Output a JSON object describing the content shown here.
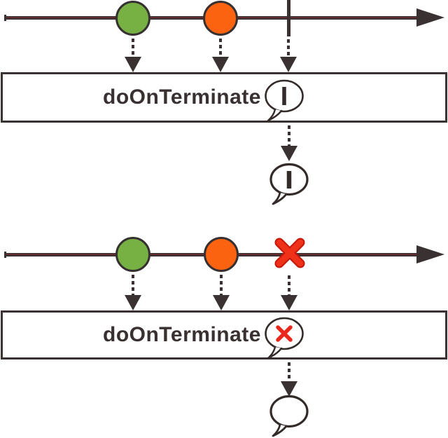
{
  "top_diagram": {
    "operator_label": "doOnTerminate",
    "source_marbles": [
      {
        "kind": "next",
        "color_name": "green",
        "color": "#77b143"
      },
      {
        "kind": "next",
        "color_name": "orange",
        "color": "#fc6310"
      },
      {
        "kind": "complete",
        "symbol": "vertical-bar"
      }
    ],
    "side_effect_icon": "speech-bubble-with-complete-pipe",
    "output_icon": "speech-bubble-with-complete-pipe"
  },
  "bottom_diagram": {
    "operator_label": "doOnTerminate",
    "source_marbles": [
      {
        "kind": "next",
        "color_name": "green",
        "color": "#77b143"
      },
      {
        "kind": "next",
        "color_name": "orange",
        "color": "#fc6310"
      },
      {
        "kind": "error",
        "symbol": "red-x",
        "color": "#ee3118"
      }
    ],
    "side_effect_icon": "speech-bubble-with-error-x",
    "output_icon": "speech-bubble-empty"
  },
  "colors": {
    "line_dark": "#3a3132",
    "marble_green": "#77b143",
    "marble_orange": "#fc6310",
    "error_red": "#ee3118",
    "error_red_edge": "#c5170a",
    "box_background": "#ffffff"
  }
}
